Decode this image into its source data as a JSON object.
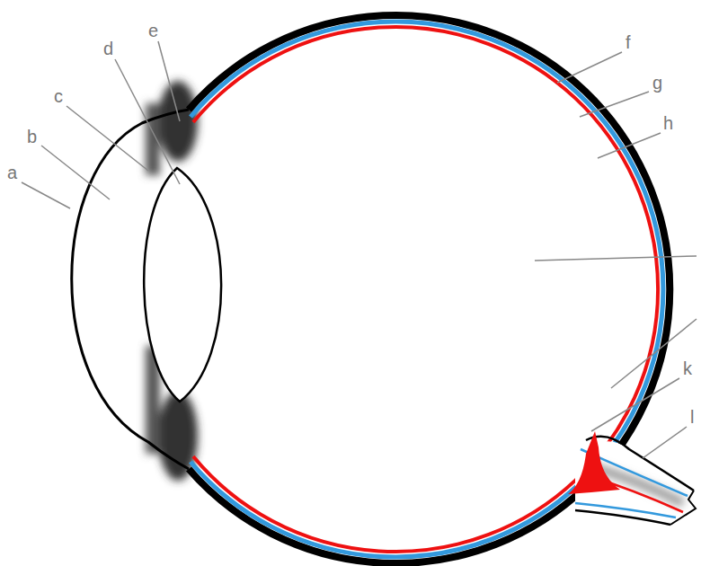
{
  "diagram": {
    "labels": [
      "a",
      "b",
      "c",
      "d",
      "e",
      "f",
      "g",
      "h",
      "k",
      "l"
    ]
  }
}
